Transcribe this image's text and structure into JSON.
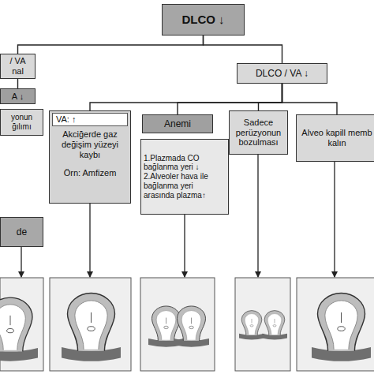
{
  "diagram": {
    "nodes": [
      {
        "text": [
          "DLCO ↓"
        ]
      },
      {
        "text": [
          "/ VA nal"
        ]
      },
      {
        "text": [
          "DLCO / VA ↓"
        ]
      },
      {
        "text": [
          "A ↓"
        ]
      },
      {
        "text": [
          "yonun ğılımı"
        ]
      },
      {
        "text": [
          "VA: ↑",
          "Akciğerde gaz değişim yüzeyi kaybı",
          "Örn: Amfizem"
        ]
      },
      {
        "text": [
          "Anemi"
        ]
      },
      {
        "text": [
          "Sadece perüzyonun bozulması"
        ]
      },
      {
        "text": [
          "Alveo kapill memb kalın"
        ]
      },
      {
        "text": [
          "1.Plazmada CO bağlanma yeri ↓",
          "2.Alveoler hava ile bağlanma yeri arasında plazma↑"
        ]
      },
      {
        "text": [
          "de"
        ]
      }
    ],
    "edges": [
      {
        "from": 0,
        "to": 1,
        "arrow": "none"
      },
      {
        "from": 0,
        "to": 2,
        "arrow": "none"
      },
      {
        "from": 1,
        "to": 3,
        "arrow": "none"
      },
      {
        "from": 2,
        "to": 5,
        "arrow": "none"
      },
      {
        "from": 2,
        "to": 6,
        "arrow": "none"
      },
      {
        "from": 2,
        "to": 7,
        "arrow": "none"
      },
      {
        "from": 2,
        "to": 8,
        "arrow": "none"
      }
    ]
  }
}
